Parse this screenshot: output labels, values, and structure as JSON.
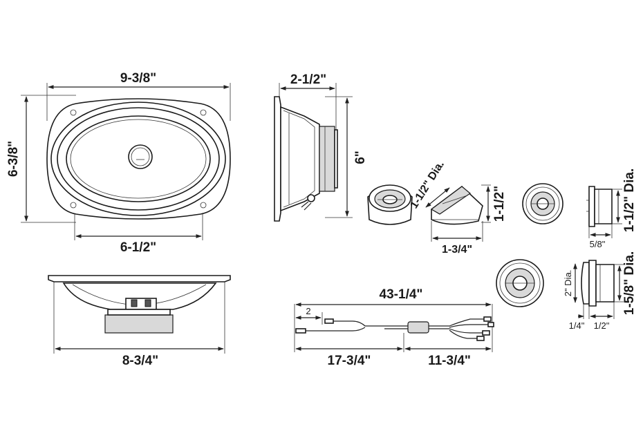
{
  "labels": {
    "woofer_width": "9-3/8\"",
    "woofer_height": "6-3/8\"",
    "woofer_mount_width": "6-1/2\"",
    "woofer_depth": "2-1/2\"",
    "woofer_cutout_height": "6\"",
    "woofer_base_width": "8-3/4\"",
    "tweeter_angle_dia": "1-1/2\" Dia.",
    "tweeter_angle_height": "1-1/2\"",
    "tweeter_angle_depth": "1-3/4\"",
    "tweeter_flush_dia": "1-1/2\" Dia.",
    "tweeter_flush_depth": "5/8\"",
    "tweeter_surface_inner_dia": "2\" Dia.",
    "tweeter_surface_outer_dia": "1-5/8\" Dia.",
    "tweeter_surface_depth_a": "1/4\"",
    "tweeter_surface_depth_b": "1/2\"",
    "harness_total": "43-1/4\"",
    "harness_short": "2",
    "harness_left": "17-3/4\"",
    "harness_right": "11-3/4\""
  },
  "icons": [
    "woofer-front-view",
    "woofer-side-view",
    "woofer-bottom-view",
    "angled-tweeter-cup",
    "flush-tweeter",
    "surface-tweeter",
    "crossover-harness"
  ]
}
